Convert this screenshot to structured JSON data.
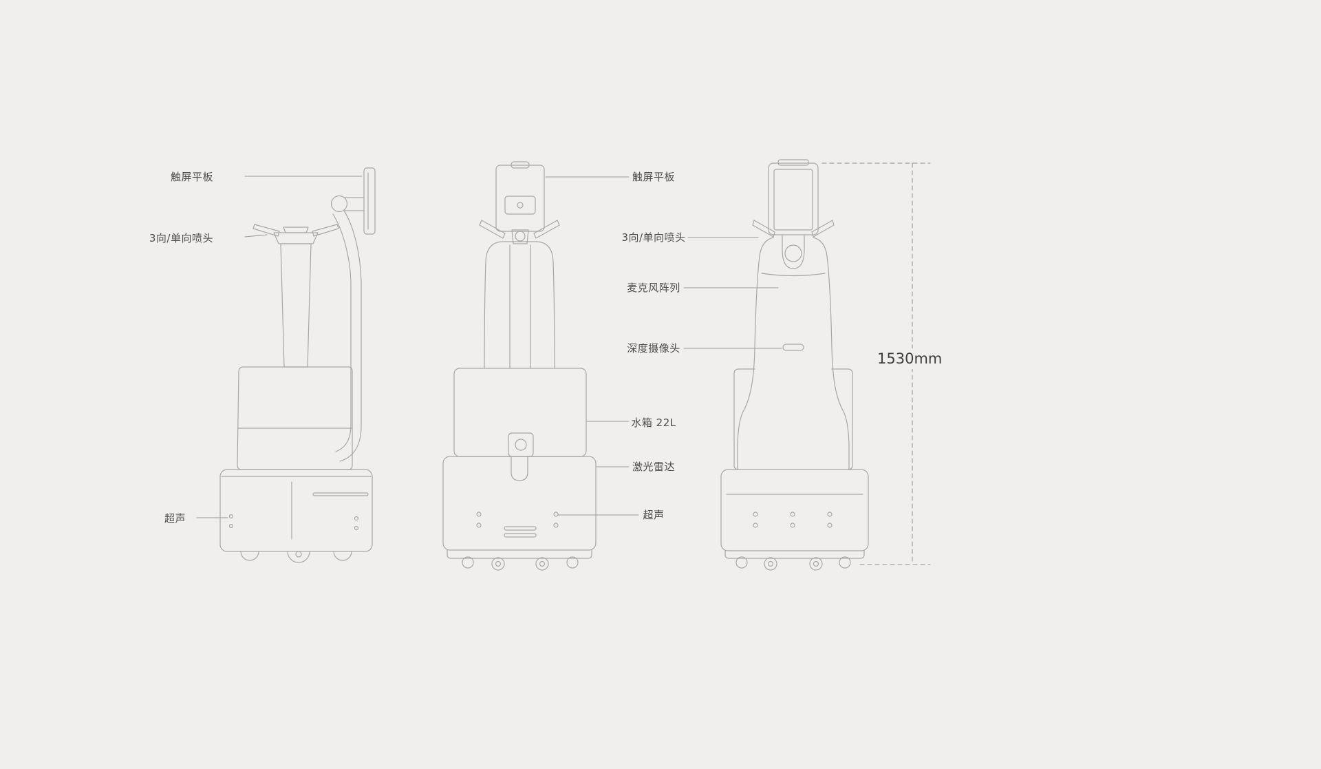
{
  "page": {
    "background": "#f0efed"
  },
  "colors": {
    "drawing_line": "#a6a6a6",
    "leader_line": "#9a9a9a",
    "label_text": "#4d4d4d",
    "dimension_line": "#8f8f8f",
    "dimension_text": "#3e3e3e"
  },
  "annotations": {
    "left_column": [
      {
        "id": "touchscreen-tablet",
        "text": "触屏平板"
      },
      {
        "id": "spray-nozzle",
        "text": "3向/单向喷头"
      },
      {
        "id": "ultrasonic",
        "text": "超声"
      }
    ],
    "center_column": [
      {
        "id": "touchscreen-tablet",
        "text": "触屏平板"
      },
      {
        "id": "spray-nozzle",
        "text": "3向/单向喷头"
      },
      {
        "id": "microphone-array",
        "text": "麦克风阵列"
      },
      {
        "id": "depth-camera",
        "text": "深度摄像头"
      },
      {
        "id": "water-tank-22l",
        "text": "水箱 22L"
      },
      {
        "id": "lidar",
        "text": "激光雷达"
      },
      {
        "id": "ultrasonic",
        "text": "超声"
      }
    ],
    "dimension": {
      "id": "overall-height",
      "text": "1530mm"
    }
  }
}
